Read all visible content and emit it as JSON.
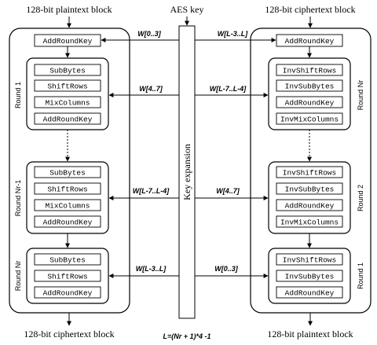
{
  "headers": {
    "plaintext_in": "128-bit plaintext block",
    "aes_key": "AES key",
    "ciphertext_in": "128-bit ciphertext block",
    "ciphertext_out": "128-bit ciphertext block",
    "plaintext_out": "128-bit plaintext block"
  },
  "key_expansion": {
    "label": "Key expansion",
    "formula": "L=(Nr + 1)*4 -1"
  },
  "encryption": {
    "initial": "AddRoundKey",
    "rounds": [
      {
        "label": "Round 1",
        "steps": [
          "SubBytes",
          "ShiftRows",
          "MixColumns",
          "AddRoundKey"
        ]
      },
      {
        "label": "Round Nr-1",
        "steps": [
          "SubBytes",
          "ShiftRows",
          "MixColumns",
          "AddRoundKey"
        ]
      },
      {
        "label": "Round Nr",
        "steps": [
          "SubBytes",
          "ShiftRows",
          "AddRoundKey"
        ]
      }
    ]
  },
  "decryption": {
    "initial": "AddRoundKey",
    "rounds": [
      {
        "label": "Round Nr",
        "steps": [
          "InvShiftRows",
          "InvSubBytes",
          "AddRoundKey",
          "InvMixColumns"
        ]
      },
      {
        "label": "Round 2",
        "steps": [
          "InvShiftRows",
          "InvSubBytes",
          "AddRoundKey",
          "InvMixColumns"
        ]
      },
      {
        "label": "Round 1",
        "steps": [
          "InvShiftRows",
          "InvSubBytes",
          "AddRoundKey"
        ]
      }
    ]
  },
  "key_labels": {
    "left": [
      "W[0..3]",
      "W[4..7]",
      "W[L-7..L-4]",
      "W[L-3..L]"
    ],
    "right": [
      "W[L-3..L]",
      "W[L-7..L-4]",
      "W[4..7]",
      "W[0..3]"
    ]
  }
}
